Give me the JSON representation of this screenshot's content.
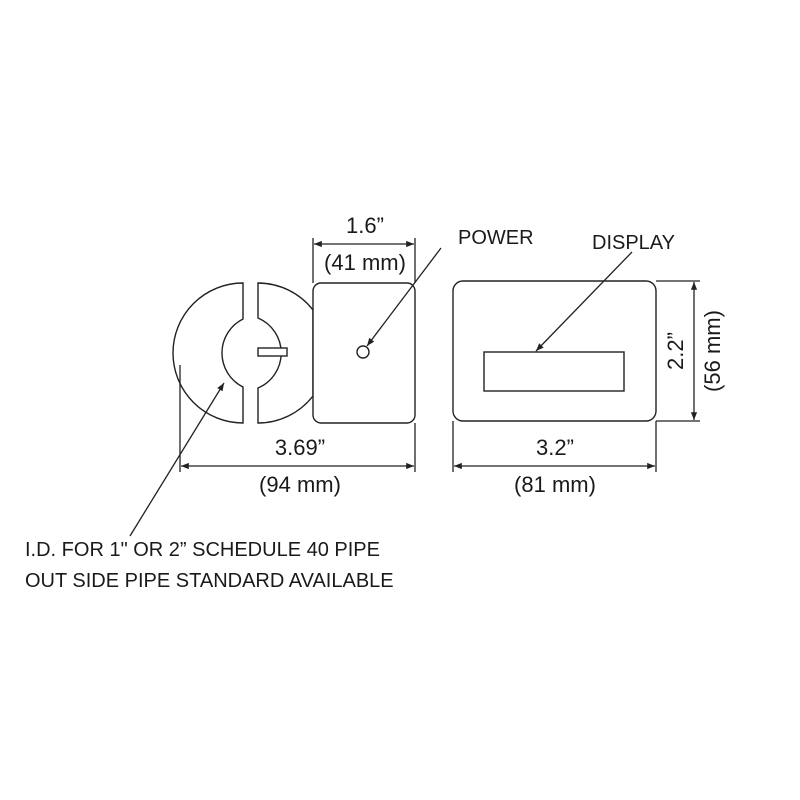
{
  "labels": {
    "power": "POWER",
    "display": "DISPLAY",
    "note_line1": "I.D. FOR 1\" OR 2” SCHEDULE 40 PIPE",
    "note_line2": "OUT SIDE PIPE STANDARD AVAILABLE"
  },
  "dimensions": {
    "side_width_in": "1.6”",
    "side_width_mm": "(41 mm)",
    "total_width_in": "3.69”",
    "total_width_mm": "(94 mm)",
    "front_width_in": "3.2”",
    "front_width_mm": "(81 mm)",
    "front_height_in": "2.2”",
    "front_height_mm": "(56 mm)"
  }
}
